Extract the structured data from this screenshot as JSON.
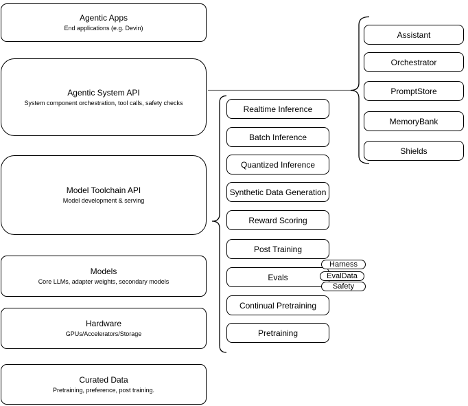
{
  "diagram": {
    "left_stack": [
      {
        "title": "Agentic Apps",
        "subtitle": "End applications (e.g. Devin)"
      },
      {
        "title": "Agentic System API",
        "subtitle": "System component orchestration, tool calls, safety checks"
      },
      {
        "title": "Model Toolchain API",
        "subtitle": "Model development & serving"
      },
      {
        "title": "Models",
        "subtitle": "Core LLMs, adapter weights, secondary models"
      },
      {
        "title": "Hardware",
        "subtitle": "GPUs/Accelerators/Storage"
      },
      {
        "title": "Curated Data",
        "subtitle": "Pretraining, preference, post training."
      }
    ],
    "toolchain_services": [
      "Realtime Inference",
      "Batch Inference",
      "Quantized Inference",
      "Synthetic Data Generation",
      "Reward Scoring",
      "Post Training",
      "Evals",
      "Continual Pretraining",
      "Pretraining"
    ],
    "eval_tags": [
      "Harness",
      "EvalData",
      "Safety"
    ],
    "agentic_components": [
      "Assistant",
      "Orchestrator",
      "PromptStore",
      "MemoryBank",
      "Shields"
    ],
    "colors": {
      "stroke": "#000000",
      "connector": "#737373",
      "background": "#ffffff"
    }
  }
}
